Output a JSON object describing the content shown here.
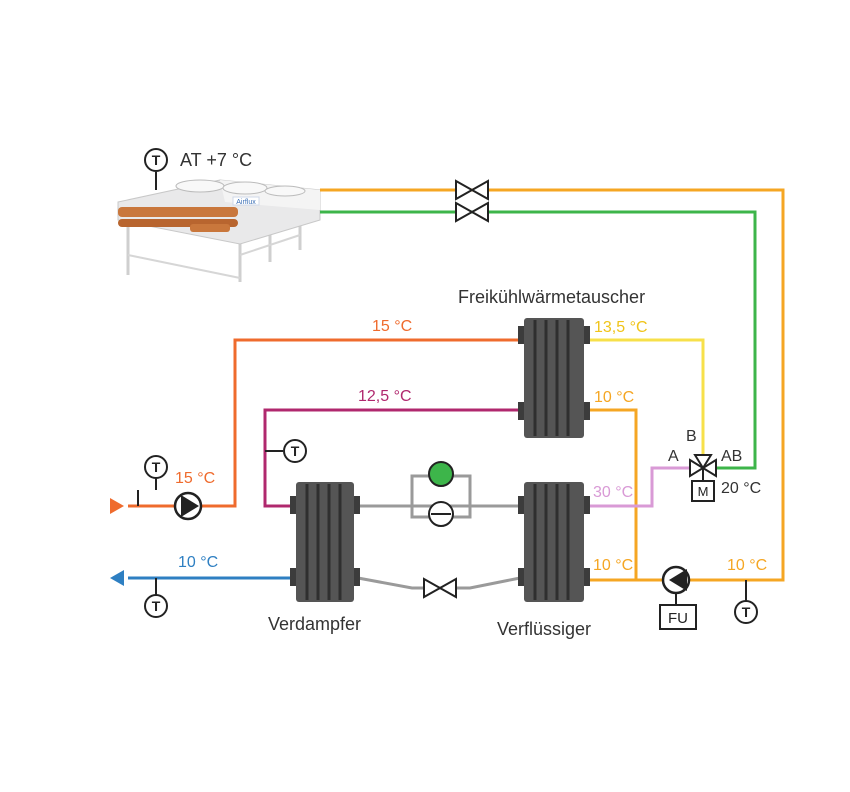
{
  "colors": {
    "orange_red": "#ef6b2d",
    "orange": "#f5a623",
    "green": "#3db54a",
    "yellow": "#f7e04a",
    "magenta": "#b0286e",
    "pink": "#d99ad6",
    "blue": "#2e7fc2",
    "grey_pipe": "#9a9a9a",
    "hx_fill": "#555555"
  },
  "icons": [
    "thermometer-icon",
    "pump-icon",
    "valve-icon",
    "compressor-icon",
    "three-way-valve-icon",
    "frequency-converter-icon",
    "dry-cooler-icon"
  ],
  "labels": {
    "ambient": "AT +7 °C",
    "freecool_hx": "Freikühlwärmetauscher",
    "evaporator": "Verdampfer",
    "condenser": "Verflüssiger",
    "port_a": "A",
    "port_b": "B",
    "port_ab": "AB",
    "motor": "M",
    "fu": "FU",
    "t_symbol": "T",
    "cooler_brand": "Airflux"
  },
  "temperatures": {
    "supply_in": "15 °C",
    "top_line": "15 °C",
    "middle_line": "12,5 °C",
    "return_out": "10 °C",
    "hx_out_top": "13,5 °C",
    "hx_out_bottom": "10 °C",
    "cond_out_top": "30 °C",
    "cond_out_bottom": "10 °C",
    "fu_line": "10 °C",
    "mix": "20 °C"
  }
}
